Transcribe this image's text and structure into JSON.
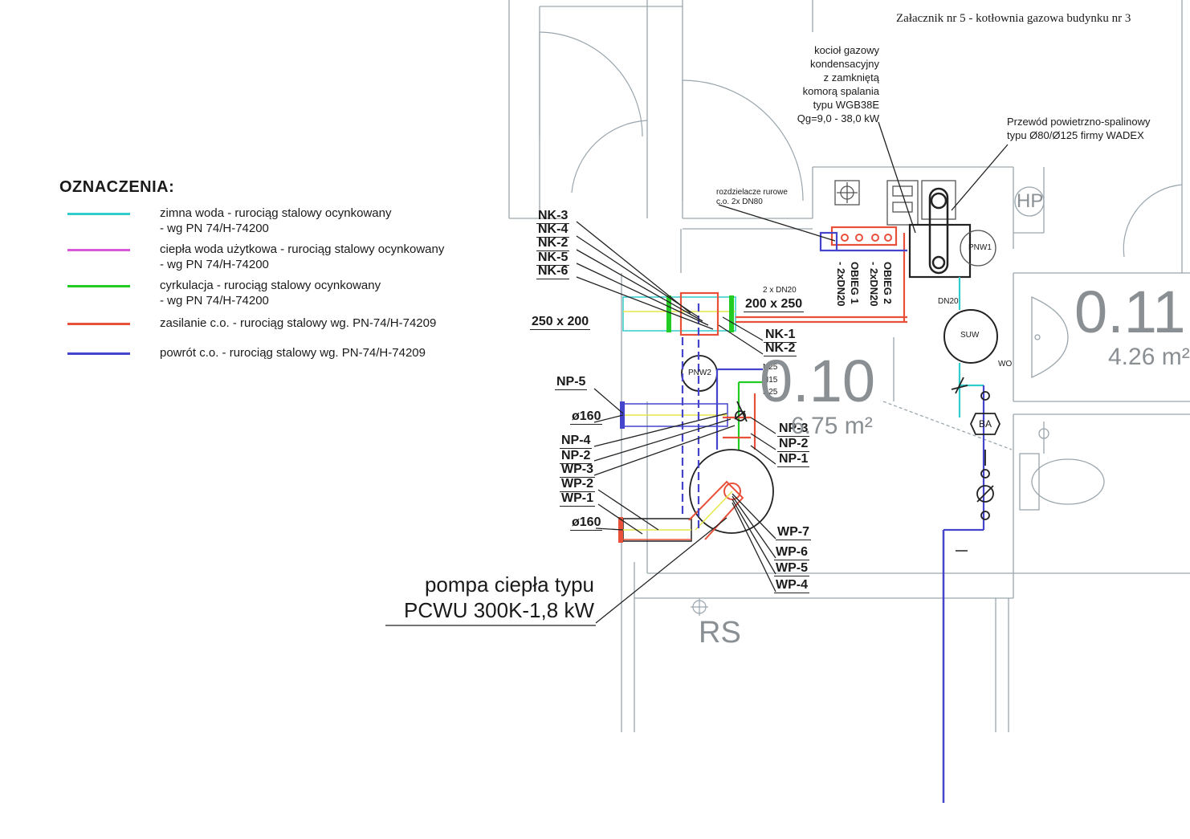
{
  "title": "Załacznik nr 5 - kotłownia gazowa budynku nr 3",
  "legend": {
    "heading": "OZNACZENIA:",
    "items": [
      {
        "color": "#33cccc",
        "text": "zimna woda - rurociąg stalowy ocynkowany\n- wg PN 74/H-74200"
      },
      {
        "color": "#d957d9",
        "text": "ciepła woda użytkowa - rurociąg stalowy ocynkowany\n- wg PN 74/H-74200"
      },
      {
        "color": "#22cc22",
        "text": "cyrkulacja - rurociąg stalowy ocynkowany\n- wg PN 74/H-74200"
      },
      {
        "color": "#e8503a",
        "text": "zasilanie c.o. - rurociąg stalowy wg. PN-74/H-74209"
      },
      {
        "color": "#4444cc",
        "text": "powrót c.o. - rurociąg stalowy wg. PN-74/H-74209"
      }
    ]
  },
  "annotations": {
    "boiler": "kocioł gazowy\nkondensacyjny\nz zamkniętą\nkomorą spalania\ntypu WGB38E\nQg=9,0 - 38,0 kW",
    "flue": "Przewód powietrzno-spalinowy\ntypu Ø80/Ø125 firmy WADEX",
    "manifold": "rozdzielacze rurowe\nc.o. 2x DN80",
    "pipe_2xdn20": "2 x DN20",
    "duct_200x250": "200  x  250",
    "duct_250x200": "250  x  200",
    "obieg2": "OBIEG 2",
    "obieg2_dn": "- 2xDN20",
    "obieg1": "OBIEG 1",
    "obieg1_dn": "- 2xDN20",
    "pump_label": "pompa ciepła typu\nPCWU 300K-1,8 kW",
    "d160_top": "ø160",
    "d160_bottom": "ø160"
  },
  "tags": {
    "nk3": "NK-3",
    "nk4": "NK-4",
    "nk2": "NK-2",
    "nk5": "NK-5",
    "nk6": "NK-6",
    "nk1r": "NK-1",
    "nk2r": "NK-2",
    "np5": "NP-5",
    "np4": "NP-4",
    "np2l": "NP-2",
    "wp3": "WP-3",
    "wp2": "WP-2",
    "wp1": "WP-1",
    "np3": "NP-3",
    "np2r": "NP-2",
    "np1": "NP-1",
    "wp7": "WP-7",
    "wp6": "WP-6",
    "wp5": "WP-5",
    "wp4": "WP-4"
  },
  "equipment": {
    "pnw1": "PNW1",
    "pnw2": "PNW2",
    "suw": "SUW",
    "dn20": "DN20",
    "wo": "WO",
    "ba": "BA",
    "hp": "HP",
    "n25a": "N25",
    "n15": "N15",
    "n25b": "N25",
    "rs": "RS"
  },
  "rooms": {
    "r010_number": "0.10",
    "r010_area": "6.75 m²",
    "r011_number": "0.11",
    "r011_area": "4.26 m²"
  },
  "colors": {
    "cold_water": "#33cccc",
    "hot_water": "#d957d9",
    "circulation": "#22cc22",
    "supply": "#e8503a",
    "return": "#4444cc",
    "architecture": "#9aa6ad",
    "duct_yellow": "#e6e64a"
  }
}
